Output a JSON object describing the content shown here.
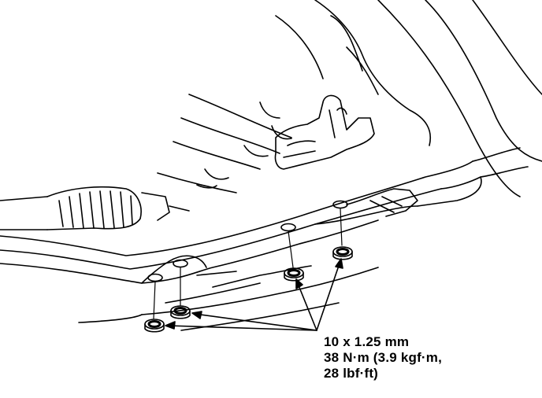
{
  "callout": {
    "fastener_size": "10 x 1.25 mm",
    "torque_line": "38 N·m (3.9 kgf·m,",
    "torque_line2": "28 lbf·ft)"
  },
  "colors": {
    "ink": "#000000",
    "paper": "#ffffff"
  }
}
